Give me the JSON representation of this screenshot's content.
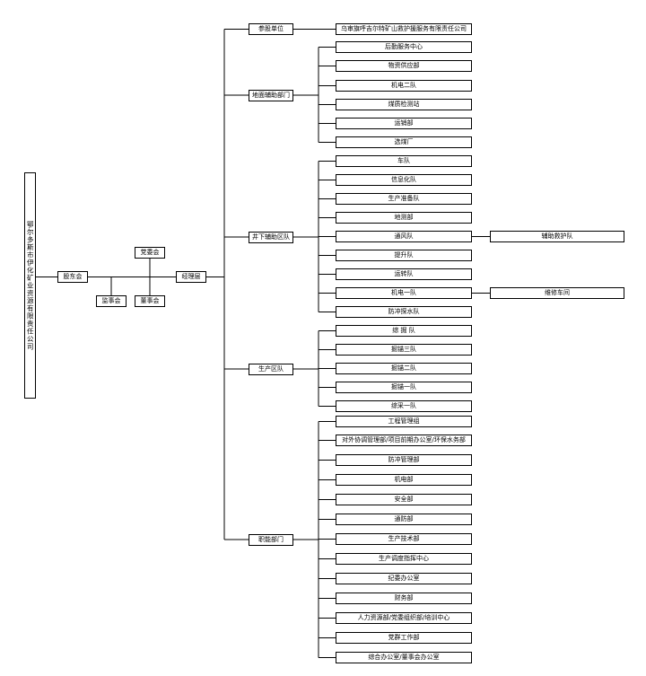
{
  "company": "鄂尔多斯市伊化矿业资源有限责任公司",
  "governance": {
    "shareholders": "股东会",
    "party_committee": "党委会",
    "supervisors": "监事会",
    "board": "董事会",
    "management": "经理层"
  },
  "categories": [
    {
      "label": "参股单位",
      "items": [
        {
          "label": "乌审旗呼吉尔特矿山救护援服务有限责任公司"
        }
      ]
    },
    {
      "label": "地面辅助部门",
      "items": [
        {
          "label": "后勤服务中心"
        },
        {
          "label": "物资供应部"
        },
        {
          "label": "机电二队"
        },
        {
          "label": "煤质检测站"
        },
        {
          "label": "运销部"
        },
        {
          "label": "选煤厂"
        }
      ]
    },
    {
      "label": "井下辅助区队",
      "items": [
        {
          "label": "车队"
        },
        {
          "label": "信息化队"
        },
        {
          "label": "生产准备队"
        },
        {
          "label": "地测部"
        },
        {
          "label": "通风队",
          "sub": "辅助救护队"
        },
        {
          "label": "提升队"
        },
        {
          "label": "运转队"
        },
        {
          "label": "机电一队",
          "sub": "维修车间"
        },
        {
          "label": "防冲探水队"
        }
      ]
    },
    {
      "label": "生产区队",
      "items": [
        {
          "label": "综 掘 队"
        },
        {
          "label": "掘锚三队"
        },
        {
          "label": "掘锚二队"
        },
        {
          "label": "掘锚一队"
        },
        {
          "label": "综采一队"
        }
      ]
    },
    {
      "label": "职能部门",
      "items": [
        {
          "label": "工程管理组"
        },
        {
          "label": "对外协调管理部/项目前期办公室/环保水务部"
        },
        {
          "label": "防冲管理部"
        },
        {
          "label": "机电部"
        },
        {
          "label": "安全部"
        },
        {
          "label": "通防部"
        },
        {
          "label": "生产技术部"
        },
        {
          "label": "生产调度指挥中心"
        },
        {
          "label": "纪委办公室"
        },
        {
          "label": "财务部"
        },
        {
          "label": "人力资源部/党委组织部/培训中心"
        },
        {
          "label": "党群工作部"
        },
        {
          "label": "综合办公室/董事会办公室"
        }
      ]
    }
  ]
}
